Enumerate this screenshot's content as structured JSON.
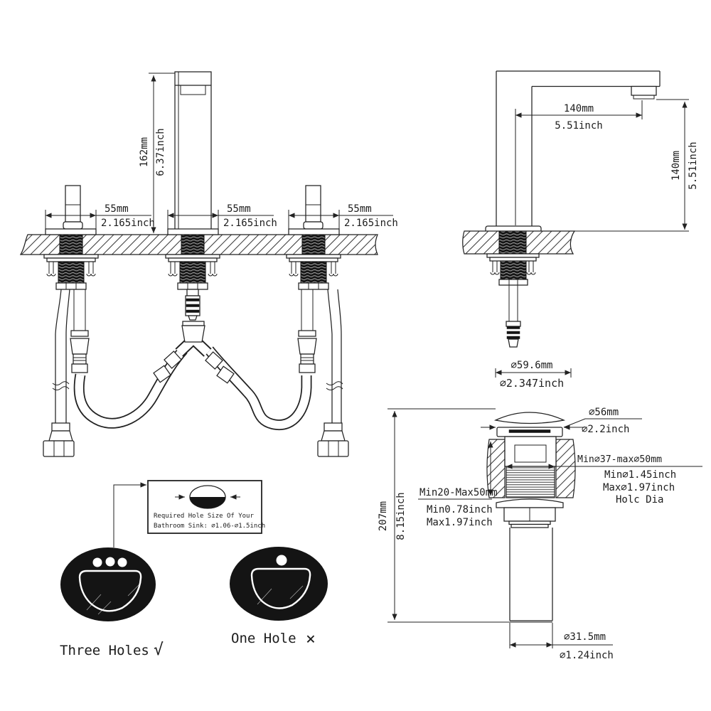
{
  "front_view": {
    "height_mm": "162mm",
    "height_in": "6.37inch",
    "spacing": [
      {
        "mm": "55mm",
        "in": "2.165inch"
      },
      {
        "mm": "55mm",
        "in": "2.165inch"
      },
      {
        "mm": "55mm",
        "in": "2.165inch"
      }
    ]
  },
  "side_view": {
    "reach_mm": "140mm",
    "reach_in": "5.51inch",
    "height_mm": "140mm",
    "height_in": "5.51inch"
  },
  "drain": {
    "cap_mm": "∅59.6mm",
    "cap_in": "∅2.347inch",
    "flange_mm": "∅56mm",
    "flange_in": "∅2.2inch",
    "hole_mm": "Min∅37-max∅50mm",
    "hole_in_min": "Min∅1.45inch",
    "hole_in_max": "Max∅1.97inch",
    "hole_caption": "Holc Dia",
    "deck_mm": "Min20-Max50mm",
    "deck_in_min": "Min0.78inch",
    "deck_in_max": "Max1.97inch",
    "height_mm": "207mm",
    "height_in": "8.15inch",
    "pipe_mm": "∅31.5mm",
    "pipe_in": "∅1.24inch"
  },
  "sink_guide": {
    "note_line1": "Required Hole Size Of Your",
    "note_line2": "Bathroom Sink: ∅1.06-∅1.5inch",
    "three_holes": "Three Holes",
    "three_holes_mark": "√",
    "one_hole": "One Hole",
    "one_hole_mark": "×"
  },
  "colors": {
    "line": "#222222",
    "background": "#ffffff",
    "fill_dark": "#141414"
  }
}
